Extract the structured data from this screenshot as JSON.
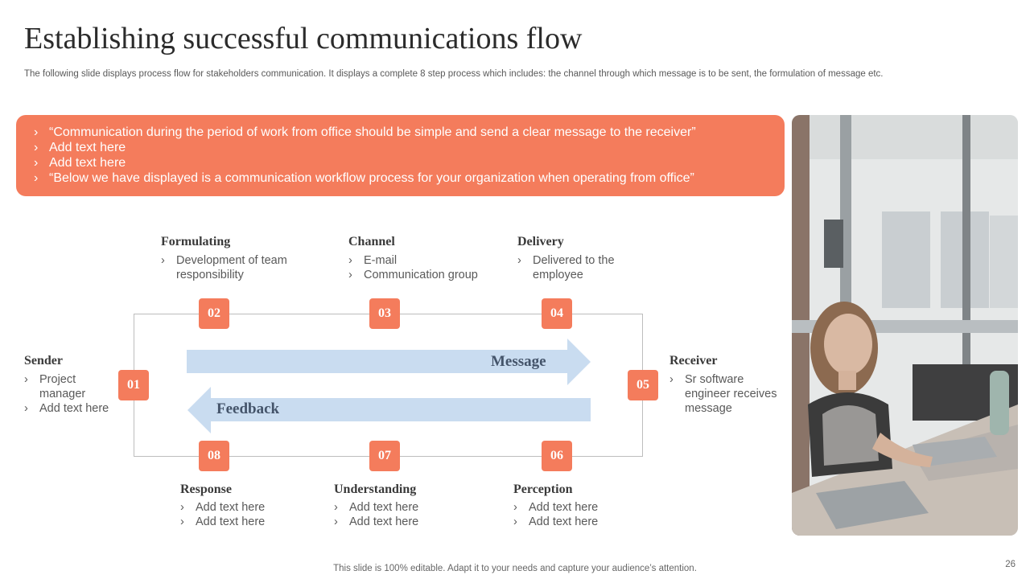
{
  "slide": {
    "title": "Establishing successful communications flow",
    "subtitle": "The following slide displays process flow for stakeholders communication. It displays a complete 8 step process which includes: the channel through which message is to be sent, the formulation of message etc.",
    "footer": "This slide is 100% editable. Adapt it to your needs and capture your audience’s attention.",
    "page_number": "26"
  },
  "banner": {
    "bullet_icon": "chevron-right-icon",
    "items": [
      "“Communication during the period of work from office should be simple and send a clear message to the receiver”",
      "Add text here",
      "Add text here",
      "“Below we have displayed is a communication workflow process for your organization when operating from office”"
    ]
  },
  "arrows": {
    "message_label": "Message",
    "feedback_label": "Feedback"
  },
  "steps": [
    {
      "number": "01",
      "title": "Sender",
      "items": [
        "Project manager",
        "Add text here"
      ]
    },
    {
      "number": "02",
      "title": "Formulating",
      "items": [
        "Development of team responsibility"
      ]
    },
    {
      "number": "03",
      "title": "Channel",
      "items": [
        "E-mail",
        "Communication group"
      ]
    },
    {
      "number": "04",
      "title": "Delivery",
      "items": [
        "Delivered to the employee"
      ]
    },
    {
      "number": "05",
      "title": "Receiver",
      "items": [
        "Sr software engineer receives message"
      ]
    },
    {
      "number": "06",
      "title": "Perception",
      "items": [
        "Add text here",
        "Add text here"
      ]
    },
    {
      "number": "07",
      "title": "Understanding",
      "items": [
        "Add text here",
        "Add text here"
      ]
    },
    {
      "number": "08",
      "title": "Response",
      "items": [
        "Add text here",
        "Add text here"
      ]
    }
  ],
  "colors": {
    "accent": "#f47c5c",
    "arrow_fill": "#c9dcf0",
    "arrow_text": "#44546a"
  },
  "photo": {
    "subject": "woman-at-laptop-office-photo"
  }
}
